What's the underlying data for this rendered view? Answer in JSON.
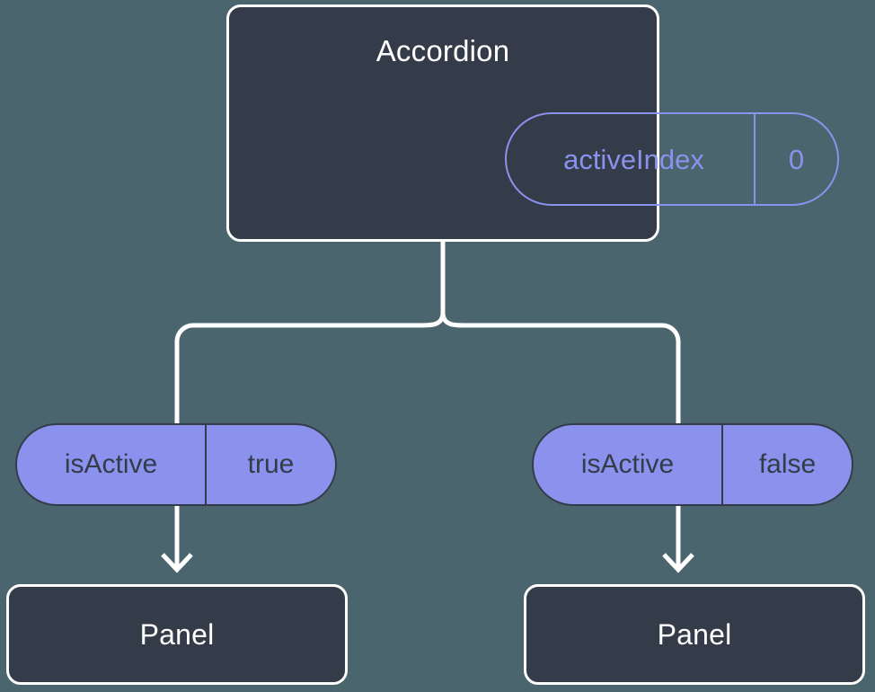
{
  "canvas": {
    "background_color": "#4b656e",
    "node_fill_color": "#343b49",
    "node_border_color": "#ffffff",
    "accent_color": "#8b92ee",
    "connector_color": "#ffffff"
  },
  "root": {
    "title": "Accordion",
    "state": {
      "key": "activeIndex",
      "value": "0"
    }
  },
  "branches": [
    {
      "prop": {
        "key": "isActive",
        "value": "true"
      },
      "child": {
        "title": "Panel"
      }
    },
    {
      "prop": {
        "key": "isActive",
        "value": "false"
      },
      "child": {
        "title": "Panel"
      }
    }
  ]
}
